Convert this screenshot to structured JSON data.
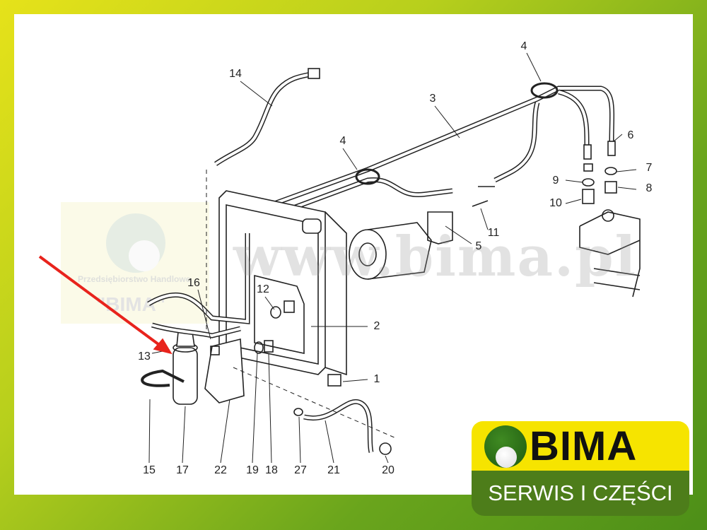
{
  "diagram": {
    "part_numbers": [
      "14",
      "4",
      "3",
      "4",
      "6",
      "7",
      "9",
      "8",
      "10",
      "11",
      "5",
      "12",
      "16",
      "2",
      "13",
      "1",
      "15",
      "17",
      "22",
      "19",
      "18",
      "27",
      "21",
      "20"
    ]
  },
  "watermark": {
    "company": "Przedsiębiorstwo Handlowe",
    "name": "\"BIMA\"",
    "url": "www.bima.pl"
  },
  "logo": {
    "name": "BIMA",
    "tagline": "SERWIS I CZĘŚCI"
  },
  "colors": {
    "arrow": "#e8231c",
    "logo_yellow": "#f6e400",
    "logo_green": "#4d7d1a"
  }
}
